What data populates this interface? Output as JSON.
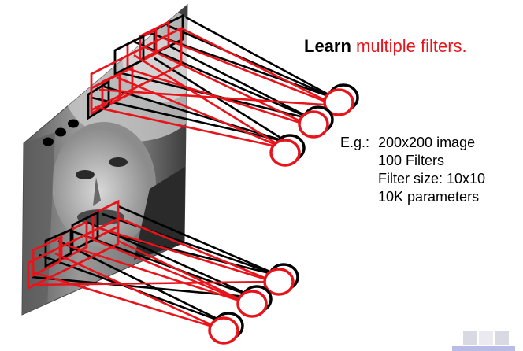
{
  "title": {
    "bold": "Learn",
    "rest": "multiple filters."
  },
  "example": {
    "label": "E.g.:",
    "lines": [
      "200x200 image",
      "100 Filters",
      "Filter size: 10x10",
      "10K parameters"
    ]
  },
  "colors": {
    "red": "#e8141b",
    "black": "#000000"
  },
  "icons": [
    "ellipsis-dots-icon",
    "neuron-circle-icon"
  ]
}
